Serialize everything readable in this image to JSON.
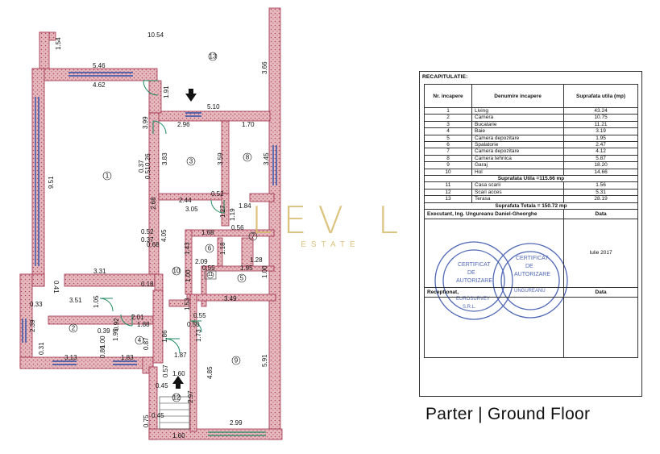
{
  "plan": {
    "dimensions": [
      "10.54",
      "1.54",
      "5.46",
      "4.62",
      "1.91",
      "5.10",
      "3.66",
      "2.96",
      "1.70",
      "3.99",
      "3.83",
      "3.59",
      "3.45",
      "0.37",
      "0.26",
      "0.51",
      "9.51",
      "2.44",
      "0.52",
      "1.84",
      "2.68",
      "3.05",
      "1.27",
      "1.19",
      "0.52",
      "0.37",
      "0.68",
      "4.05",
      "1.68",
      "0.56",
      "1.43",
      "2.09",
      "1.18",
      "1.28",
      "0.55",
      "1.95",
      "3.31",
      "0.41",
      "0.18",
      "1.00",
      "1.00",
      "0.33",
      "3.51",
      "1.05",
      "2.01",
      "1.53",
      "3.49",
      "0.39",
      "0.92",
      "1.88",
      "0.55",
      "0.50",
      "2.39",
      "1.86",
      "1.00",
      "0.86",
      "1.73",
      "0.87",
      "0.31",
      "3.13",
      "1.83",
      "1.87",
      "5.91",
      "0.57",
      "0.45",
      "1.60",
      "4.85",
      "2.97",
      "0.45",
      "0.75",
      "2.99",
      "1.60",
      "1.95"
    ],
    "room_numbers": [
      "1",
      "2",
      "3",
      "4",
      "5",
      "6",
      "7",
      "8",
      "9",
      "10",
      "11",
      "12",
      "13"
    ]
  },
  "summary": {
    "title": "RECAPITULATIE:",
    "headers": [
      "Nr. incapere",
      "Denumire incapere",
      "Suprafata utila (mp)"
    ],
    "rows": [
      [
        "1",
        "Living",
        "43.24"
      ],
      [
        "2",
        "Camera",
        "10.75"
      ],
      [
        "3",
        "Bucatarie",
        "11.21"
      ],
      [
        "4",
        "Baie",
        "3.19"
      ],
      [
        "5",
        "Camera depozitare",
        "1.95"
      ],
      [
        "6",
        "Spalatorie",
        "2.47"
      ],
      [
        "7",
        "Camera depozitare",
        "4.12"
      ],
      [
        "8",
        "Camera tehnica",
        "5.87"
      ],
      [
        "9",
        "Garaj",
        "18.20"
      ],
      [
        "10",
        "Hol",
        "14.66"
      ]
    ],
    "useful_total": "Suprafata Utila =115.66 mp",
    "extra_rows": [
      [
        "11",
        "Casa scarii",
        "1.56"
      ],
      [
        "12",
        "Scari acces",
        "5.31"
      ],
      [
        "13",
        "Terasa",
        "28.19"
      ]
    ],
    "grand_total": "Suprafata Totala = 150.72 mp",
    "executant": "Executant, Ing. Ungureanu Daniel-Gheorghe",
    "data_label": "Data",
    "date": "Iulie 2017",
    "receptionat": "Receptionat,",
    "data_label2": "Data"
  },
  "caption": "Parter | Ground Floor",
  "watermark": {
    "main": "LEV L",
    "sub": "ESTATE"
  },
  "colors": {
    "wall": "#d9a7ad",
    "wall_line": "#a0304a",
    "window": "#2d4fa6",
    "door": "#1d8a5f",
    "watermark": "#d8b96a",
    "stamp": "#2f4ca8"
  }
}
